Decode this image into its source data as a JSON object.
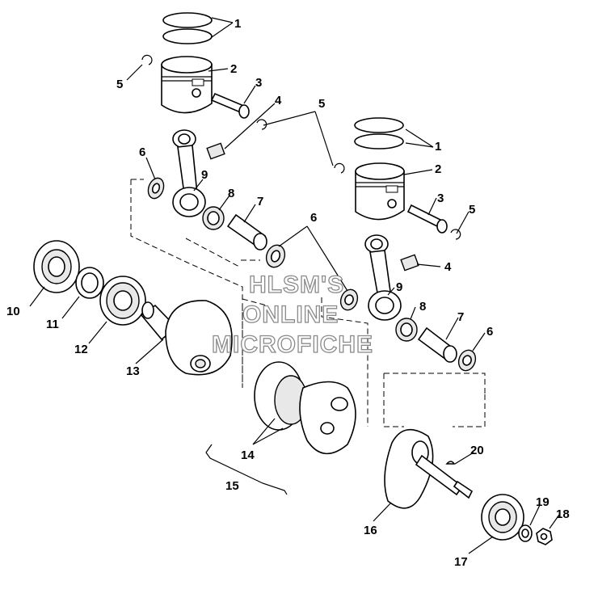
{
  "watermark": {
    "line1": "HLSM'S",
    "line2": "ONLINE",
    "line3": "MICROFICHE"
  },
  "callouts": {
    "c1a": "1",
    "c1b": "1",
    "c2a": "2",
    "c2b": "2",
    "c3a": "3",
    "c3b": "3",
    "c4a": "4",
    "c4b": "4",
    "c5a": "5",
    "c5b": "5",
    "c5c": "5",
    "c6a": "6",
    "c6b": "6",
    "c6c": "6",
    "c7a": "7",
    "c7b": "7",
    "c8a": "8",
    "c8b": "8",
    "c9a": "9",
    "c9b": "9",
    "c10": "10",
    "c11": "11",
    "c12": "12",
    "c13": "13",
    "c14": "14",
    "c15": "15",
    "c16": "16",
    "c17": "17",
    "c18": "18",
    "c19": "19",
    "c20": "20"
  }
}
